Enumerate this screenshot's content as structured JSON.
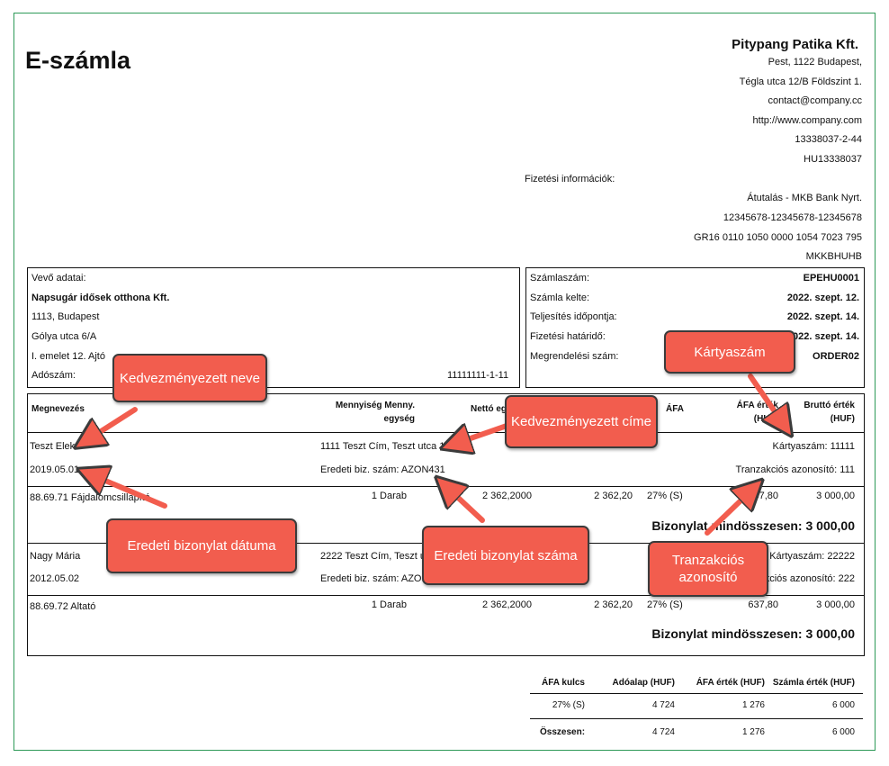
{
  "doc_title": "E-számla",
  "company": {
    "name": "Pitypang Patika Kft.",
    "lines": [
      "Pest, 1122 Budapest,",
      "Tégla utca 12/B Földszint 1.",
      "contact@company.cc",
      "http://www.company.com",
      "13338037-2-44",
      "HU13338037"
    ]
  },
  "payment": {
    "label": "Fizetési információk:",
    "lines": [
      "Átutalás - MKB Bank Nyrt.",
      "12345678-12345678-12345678",
      "GR16 0110 1050 0000 1054 7023 795",
      "MKKBHUHB"
    ]
  },
  "buyer": {
    "label": "Vevő adatai:",
    "name": "Napsugár idősek otthona Kft.",
    "addr1": "1113, Budapest",
    "addr2": "Gólya utca 6/A",
    "addr3": "I. emelet 12. Ajtó",
    "tax_label": "Adószám:",
    "tax_value": "11111111-1-11"
  },
  "invoice": {
    "number_label": "Számlaszám:",
    "number_value": "EPEHU0001",
    "date_label": "Számla kelte:",
    "date_value": "2022. szept. 12.",
    "perf_label": "Teljesítés időpontja:",
    "perf_value": "2022. szept. 14.",
    "due_label": "Fizetési határidő:",
    "due_value": "2022. szept. 14.",
    "order_label": "Megrendelési szám:",
    "order_value": "ORDER02"
  },
  "table_head": {
    "name": "Megnevezés",
    "qty1": "Mennyiség Menny.",
    "qty2": "egység",
    "net": "Nettó eg",
    "vat": "ÁFA",
    "vat_value1": "ÁFA érték",
    "vat_value2": "(HUF)",
    "gross1": "Bruttó érték",
    "gross2": "(HUF)"
  },
  "blocks": [
    {
      "beneficiary": "Teszt Elek",
      "date": "2019.05.01",
      "address": "1111 Teszt Cím, Teszt utca 1.",
      "doc_no": "Eredeti biz. szám: AZON431",
      "card": "Kártyaszám: 11111",
      "txn": "Tranzakciós azonosító: 111",
      "item": "88.69.71 Fájdalomcsillapító",
      "qty": "1 Darab",
      "unit_net": "2 362,2000",
      "net": "2 362,20",
      "vat": "27% (S)",
      "vat_value": "637,80",
      "gross": "3 000,00",
      "total_label": "Bizonylat mindösszesen:",
      "total_value": "3 000,00"
    },
    {
      "beneficiary": "Nagy Mária",
      "date": "2012.05.02",
      "address": "2222 Teszt Cím, Teszt utca 2.",
      "doc_no": "Eredeti biz. szám: AZON422",
      "card": "Kártyaszám: 22222",
      "txn": "Tranzakciós azonosító: 222",
      "item": "88.69.72 Altató",
      "qty": "1 Darab",
      "unit_net": "2 362,2000",
      "net": "2 362,20",
      "vat": "27% (S)",
      "vat_value": "637,80",
      "gross": "3 000,00",
      "total_label": "Bizonylat mindösszesen:",
      "total_value": "3 000,00"
    }
  ],
  "summary": {
    "headers": [
      "ÁFA kulcs",
      "Adóalap (HUF)",
      "ÁFA érték (HUF)",
      "Számla érték (HUF)"
    ],
    "row": [
      "27% (S)",
      "4 724",
      "1 276",
      "6 000"
    ],
    "total": [
      "Összesen:",
      "4 724",
      "1 276",
      "6 000"
    ]
  },
  "callouts": {
    "beneficiary_name": "Kedvezményezett neve",
    "card_number": "Kártyaszám",
    "beneficiary_address": "Kedvezményezett címe",
    "doc_date": "Eredeti bizonylat dátuma",
    "doc_number": "Eredeti bizonylat száma",
    "txn_id": "Tranzakciós azonosító"
  },
  "colors": {
    "callout_fill": "#f25d4e",
    "frame": "#2e9a58"
  }
}
